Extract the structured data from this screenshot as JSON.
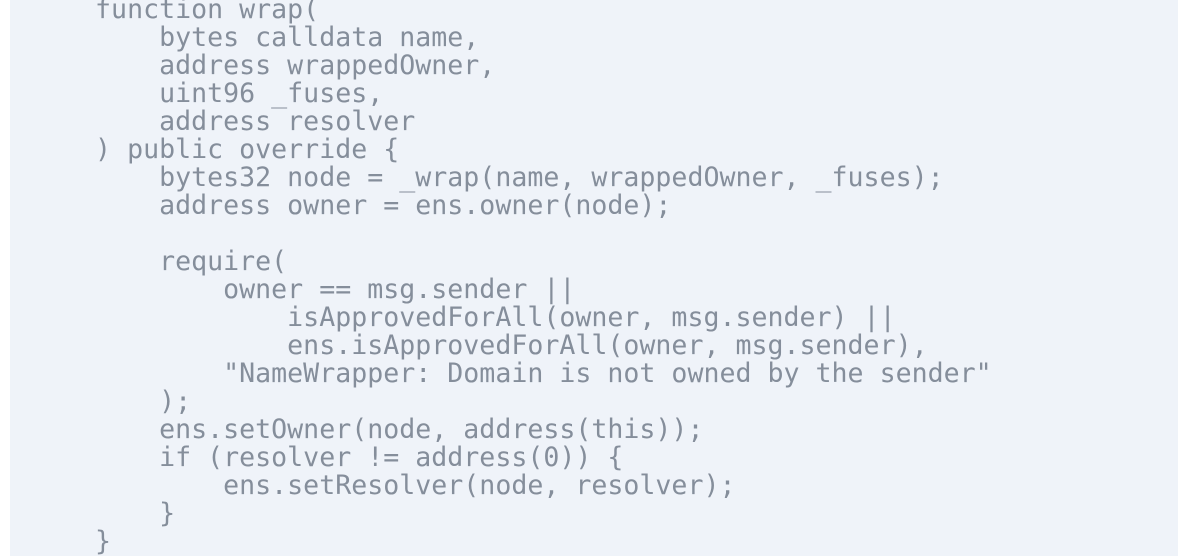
{
  "colors": {
    "page_bg": "#ffffff",
    "panel_bg": "#eff3f9",
    "code_text": "#858e9b"
  },
  "code_block": {
    "lines": [
      "    function wrap(",
      "        bytes calldata name,",
      "        address wrappedOwner,",
      "        uint96 _fuses,",
      "        address resolver",
      "    ) public override {",
      "        bytes32 node = _wrap(name, wrappedOwner, _fuses);",
      "        address owner = ens.owner(node);",
      "",
      "        require(",
      "            owner == msg.sender ||",
      "                isApprovedForAll(owner, msg.sender) ||",
      "                ens.isApprovedForAll(owner, msg.sender),",
      "            \"NameWrapper: Domain is not owned by the sender\"",
      "        );",
      "        ens.setOwner(node, address(this));",
      "        if (resolver != address(0)) {",
      "            ens.setResolver(node, resolver);",
      "        }",
      "    }"
    ]
  }
}
